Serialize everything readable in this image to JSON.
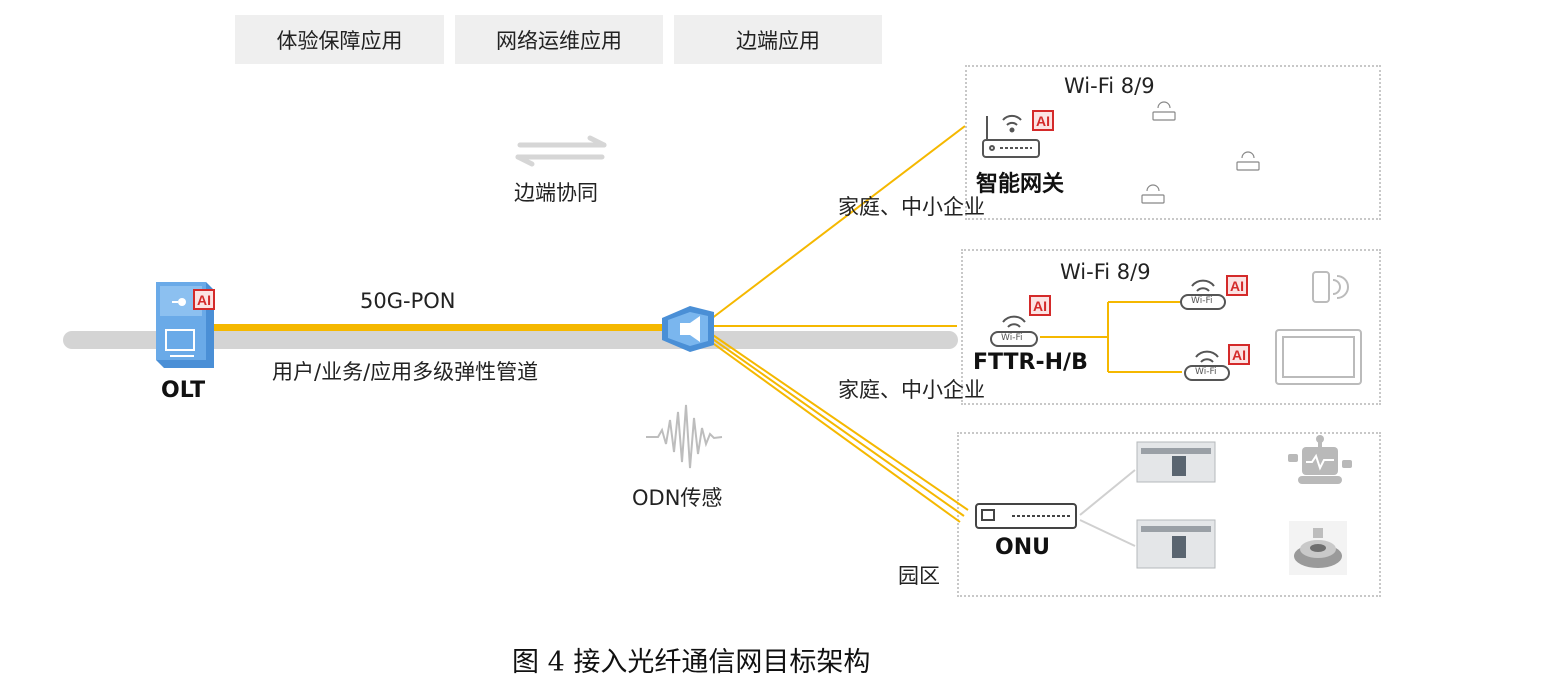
{
  "tabs": [
    "体验保障应用",
    "网络运维应用",
    "边端应用"
  ],
  "collab_label": "边端协同",
  "pon_label": "50G-PON",
  "pipe_label": "用户/业务/应用多级弹性管道",
  "olt_label": "OLT",
  "odn_label": "ODN传感",
  "ai_badge": "AI",
  "wifi_small": "Wi-Fi",
  "group_home_gateway": {
    "wifi_label": "Wi-Fi 8/9",
    "device_label": "智能网关",
    "segment_label": "家庭、中小企业"
  },
  "group_fttr": {
    "wifi_label": "Wi-Fi 8/9",
    "device_label": "FTTR-H/B",
    "segment_label": "家庭、中小企业"
  },
  "group_campus": {
    "device_label": "ONU",
    "segment_label": "园区"
  },
  "caption": "图 4  接入光纤通信网目标架构",
  "colors": {
    "fiber": "#f5b800",
    "pipe": "#d4d4d4",
    "ai_red": "#d42a2a",
    "olt_blue": "#4a8fd6"
  }
}
